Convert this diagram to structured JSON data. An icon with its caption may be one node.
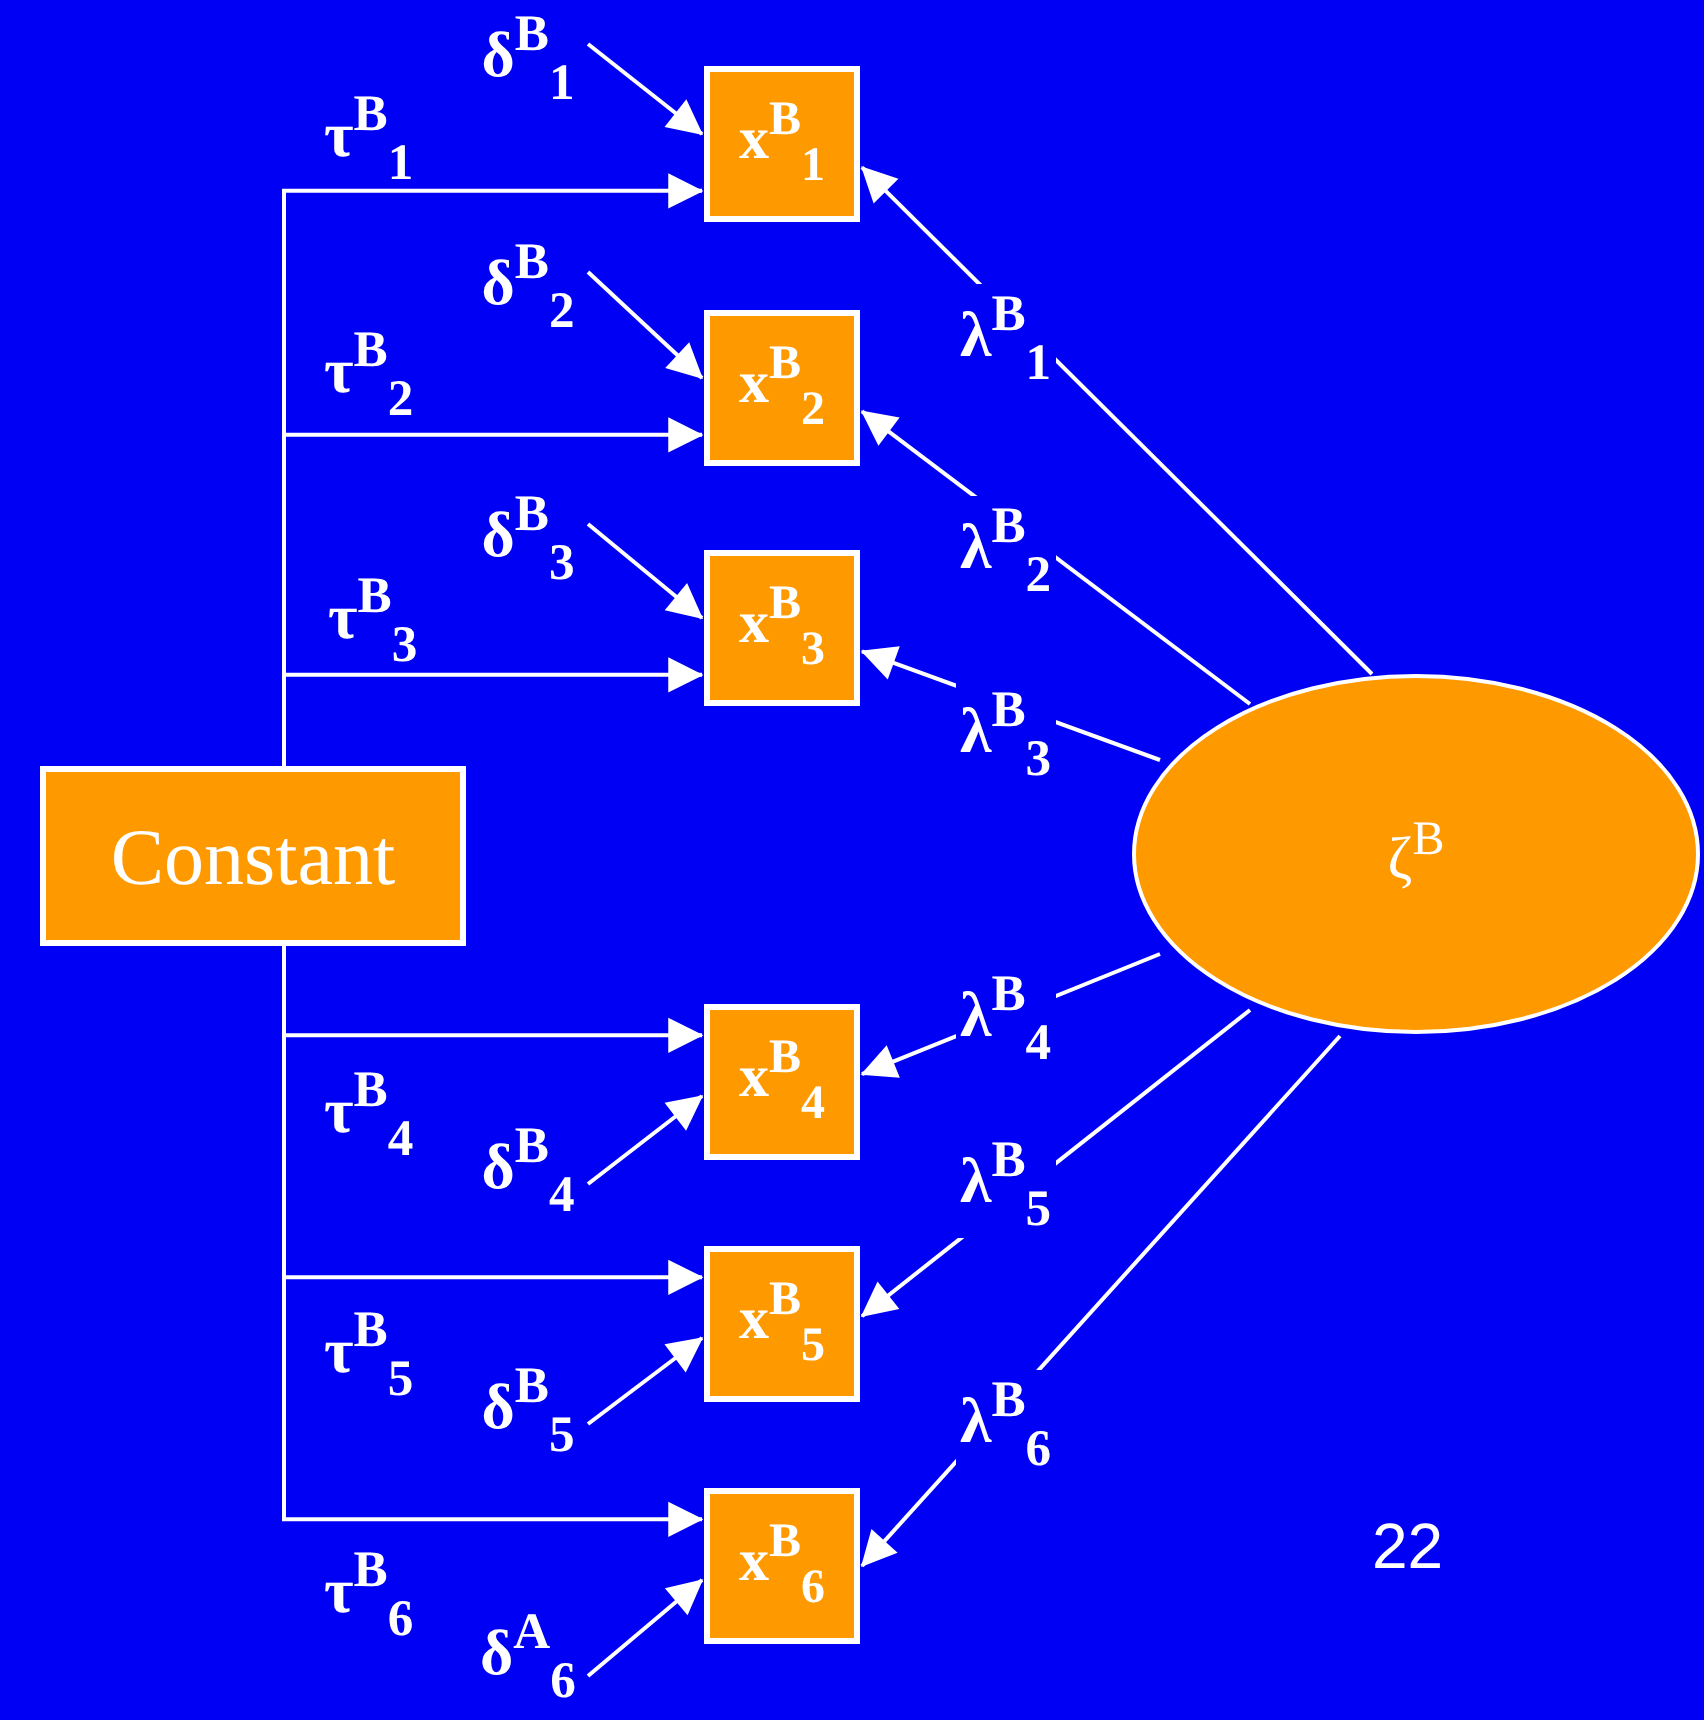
{
  "diagram": {
    "nodes": [
      {
        "text": [
          "Constant"
        ]
      },
      {
        "text": [
          "x$^{B}$$_{1}$"
        ]
      },
      {
        "text": [
          "x$^{B}$$_{2}$"
        ]
      },
      {
        "text": [
          "x$^{B}$$_{3}$"
        ]
      },
      {
        "text": [
          "x$^{B}$$_{4}$"
        ]
      },
      {
        "text": [
          "x$^{B}$$_{5}$"
        ]
      },
      {
        "text": [
          "x$^{B}$$_{6}$"
        ]
      },
      {
        "text": [
          "ζ$^{B}$"
        ]
      },
      {
        "text": [
          "δ$^{B}$$_{1}$"
        ]
      },
      {
        "text": [
          "δ$^{B}$$_{2}$"
        ]
      },
      {
        "text": [
          "δ$^{B}$$_{3}$"
        ]
      },
      {
        "text": [
          "δ$^{B}$$_{4}$"
        ]
      },
      {
        "text": [
          "δ$^{B}$$_{5}$"
        ]
      },
      {
        "text": [
          "δ$^{A}$$_{6}$"
        ]
      }
    ],
    "edges": [
      {
        "from": 0,
        "to": 1,
        "arrow": "to",
        "label": "τ$^{B}$$_{1}$"
      },
      {
        "from": 0,
        "to": 2,
        "arrow": "to",
        "label": "τ$^{B}$$_{2}$"
      },
      {
        "from": 0,
        "to": 3,
        "arrow": "to",
        "label": "τ$^{B}$$_{3}$"
      },
      {
        "from": 0,
        "to": 4,
        "arrow": "to",
        "label": "τ$^{B}$$_{4}$"
      },
      {
        "from": 0,
        "to": 5,
        "arrow": "to",
        "label": "τ$^{B}$$_{5}$"
      },
      {
        "from": 0,
        "to": 6,
        "arrow": "to",
        "label": "τ$^{B}$$_{6}$"
      },
      {
        "from": 8,
        "to": 1,
        "arrow": "to"
      },
      {
        "from": 9,
        "to": 2,
        "arrow": "to"
      },
      {
        "from": 10,
        "to": 3,
        "arrow": "to"
      },
      {
        "from": 11,
        "to": 4,
        "arrow": "to"
      },
      {
        "from": 12,
        "to": 5,
        "arrow": "to"
      },
      {
        "from": 13,
        "to": 6,
        "arrow": "to"
      },
      {
        "from": 7,
        "to": 1,
        "arrow": "to",
        "label": "λ$^{B}$$_{1}$"
      },
      {
        "from": 7,
        "to": 2,
        "arrow": "to",
        "label": "λ$^{B}$$_{2}$"
      },
      {
        "from": 7,
        "to": 3,
        "arrow": "to",
        "label": "λ$^{B}$$_{3}$"
      },
      {
        "from": 7,
        "to": 4,
        "arrow": "to",
        "label": "λ$^{B}$$_{4}$"
      },
      {
        "from": 7,
        "to": 5,
        "arrow": "to",
        "label": "λ$^{B}$$_{5}$"
      },
      {
        "from": 7,
        "to": 6,
        "arrow": "to",
        "label": "λ$^{B}$$_{6}$"
      }
    ],
    "labels": [
      "22"
    ]
  }
}
